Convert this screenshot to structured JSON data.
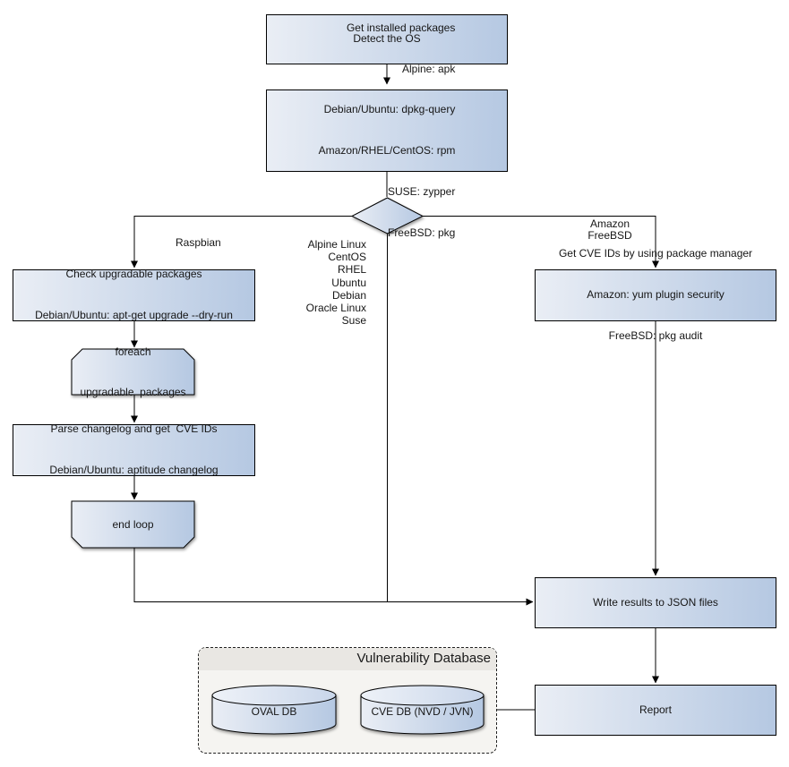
{
  "diagram": {
    "nodes": {
      "detect_os": {
        "label": "Detect the OS"
      },
      "get_installed_packages": {
        "lines": [
          "Get installed packages",
          "Alpine: apk",
          "Debian/Ubuntu: dpkg-query",
          "Amazon/RHEL/CentOS: rpm",
          "SUSE: zypper",
          "FreeBSD: pkg"
        ]
      },
      "check_upgradable_packages": {
        "lines": [
          "Check upgradable packages",
          "Debian/Ubuntu: apt-get upgrade --dry-run"
        ]
      },
      "foreach_loop_start": {
        "lines": [
          "foreach",
          "upgradable  packages"
        ]
      },
      "parse_changelog": {
        "lines": [
          "Parse changelog and get  CVE IDs",
          "Debian/Ubuntu: aptitude changelog"
        ]
      },
      "end_loop": {
        "label": "end loop"
      },
      "get_cve_ids_pkg_manager": {
        "lines": [
          "Get CVE IDs by using package manager",
          "Amazon: yum plugin security",
          "FreeBSD: pkg audit"
        ]
      },
      "write_results": {
        "label": "Write results to JSON files"
      },
      "report": {
        "label": "Report"
      },
      "vulnerability_database": {
        "title": "Vulnerability Database",
        "oval_db": "OVAL DB",
        "cve_db": "CVE DB (NVD / JVN)"
      }
    },
    "edge_labels": {
      "raspbian": "Raspbian",
      "amazon_freebsd": [
        "Amazon",
        "FreeBSD"
      ],
      "os_list": [
        "Alpine Linux",
        "CentOS",
        "RHEL",
        "Ubuntu",
        "Debian",
        "Oracle Linux",
        "Suse"
      ]
    },
    "colors": {
      "node_gradient_start": "#eaeef5",
      "node_gradient_end": "#b5c8e2",
      "cylinder_top_start": "#eef2f8",
      "cylinder_top_end": "#c9d6ea",
      "border": "#000000",
      "group_background": "#f5f4f1",
      "group_title_band": "#e9e7e3"
    }
  }
}
